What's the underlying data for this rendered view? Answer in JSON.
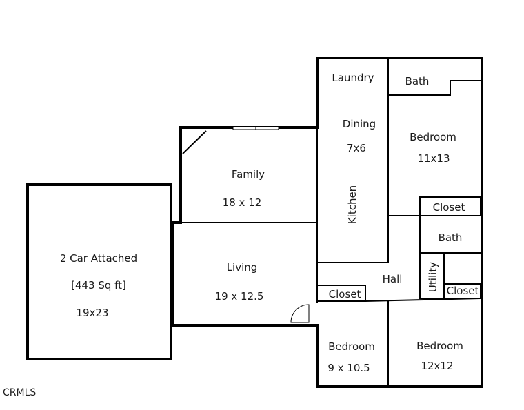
{
  "floorplan": {
    "rooms": {
      "garage": {
        "name": "2 Car Attached",
        "area": "[443 Sq ft]",
        "dims": "19x23"
      },
      "family": {
        "name": "Family",
        "dims": "18 x 12"
      },
      "living": {
        "name": "Living",
        "dims": "19 x 12.5"
      },
      "laundry": {
        "name": "Laundry"
      },
      "dining": {
        "name": "Dining",
        "dims": "7x6"
      },
      "kitchen": {
        "name": "Kitchen"
      },
      "bath_top": {
        "name": "Bath"
      },
      "bedroom_top": {
        "name": "Bedroom",
        "dims": "11x13"
      },
      "closet_top": {
        "name": "Closet"
      },
      "bath_mid": {
        "name": "Bath"
      },
      "utility": {
        "name": "Utility"
      },
      "hall": {
        "name": "Hall"
      },
      "closet_left": {
        "name": "Closet"
      },
      "closet_right": {
        "name": "Closet"
      },
      "bedroom_bl": {
        "name": "Bedroom",
        "dims": "9 x 10.5"
      },
      "bedroom_br": {
        "name": "Bedroom",
        "dims": "12x12"
      }
    },
    "watermark": "CRMLS",
    "colors": {
      "wall": "#000000",
      "background": "#ffffff"
    }
  }
}
